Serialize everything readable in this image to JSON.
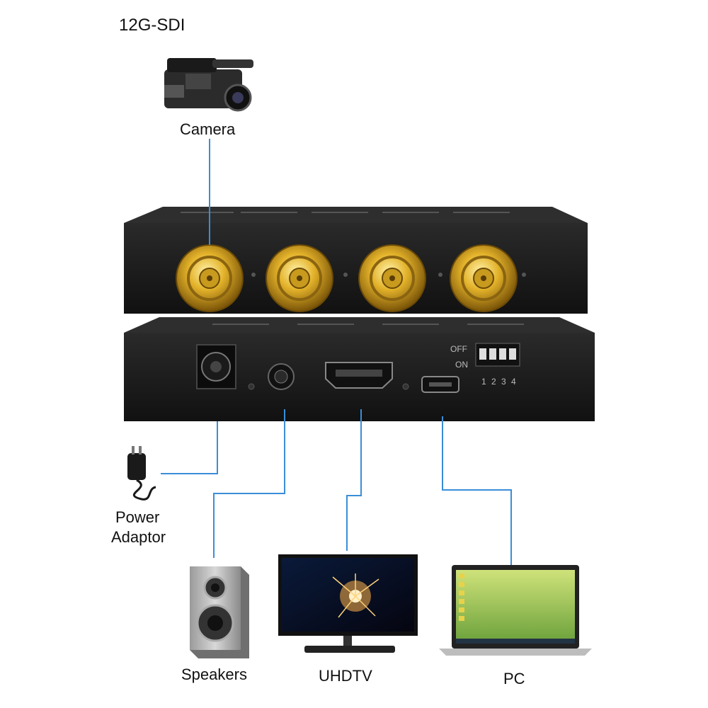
{
  "title": "12G-SDI",
  "devices": {
    "camera": "Camera",
    "power_line1": "Power",
    "power_line2": "Adaptor",
    "speakers": "Speakers",
    "tv": "UHDTV",
    "pc": "PC"
  },
  "dip": {
    "off": "OFF",
    "on": "ON",
    "nums": [
      "1",
      "2",
      "3",
      "4"
    ]
  },
  "colors": {
    "connector_line": "#3a8ed8",
    "chassis": "#1c1c1c",
    "gold": "#d4a017"
  }
}
